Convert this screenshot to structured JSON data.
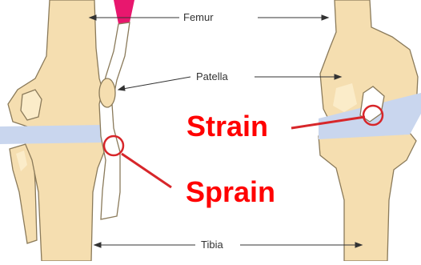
{
  "labels": {
    "femur": "Femur",
    "patella": "Patella",
    "tibia": "Tibia",
    "strain": "Strain",
    "sprain": "Sprain"
  },
  "colors": {
    "bone": "#f5deb0",
    "bone_outline": "#8a7a5a",
    "cartilage": "#c9d6ee",
    "muscle": "#e8176e",
    "injury": "#d7262a",
    "label_text": "#333333",
    "big_label": "#ff0000"
  },
  "icons": [
    "ligament-injury-highlight-circle",
    "tendon-injury-highlight-circle"
  ]
}
